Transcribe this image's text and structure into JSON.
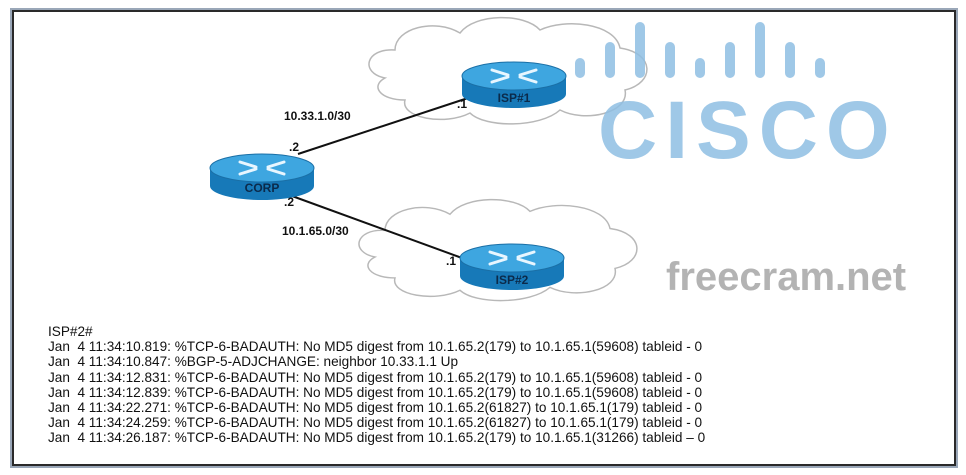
{
  "diagram": {
    "routers": [
      {
        "id": "corp",
        "label": "CORP"
      },
      {
        "id": "isp1",
        "label": "ISP#1"
      },
      {
        "id": "isp2",
        "label": "ISP#2"
      }
    ],
    "links": [
      {
        "subnet": "10.33.1.0/30",
        "corp_ip": ".2",
        "isp_ip": ".1"
      },
      {
        "subnet": "10.1.65.0/30",
        "corp_ip": ".2",
        "isp_ip": ".1"
      }
    ]
  },
  "watermarks": {
    "brand": "CISCO",
    "site": "freecram.net"
  },
  "colors": {
    "router": "#1f8fd0",
    "router_top": "#4fb3e8",
    "logo": "#8fbfe3",
    "watermark": "#9a9a9a"
  },
  "console": {
    "prompt": "ISP#2#",
    "lines": [
      "Jan  4 11:34:10.819: %TCP-6-BADAUTH: No MD5 digest from 10.1.65.2(179) to 10.1.65.1(59608) tableid - 0",
      "Jan  4 11:34:10.847: %BGP-5-ADJCHANGE: neighbor 10.33.1.1 Up",
      "Jan  4 11:34:12.831: %TCP-6-BADAUTH: No MD5 digest from 10.1.65.2(179) to 10.1.65.1(59608) tableid - 0",
      "Jan  4 11:34:12.839: %TCP-6-BADAUTH: No MD5 digest from 10.1.65.2(179) to 10.1.65.1(59608) tableid - 0",
      "Jan  4 11:34:22.271: %TCP-6-BADAUTH: No MD5 digest from 10.1.65.2(61827) to 10.1.65.1(179) tableid - 0",
      "Jan  4 11:34:24.259: %TCP-6-BADAUTH: No MD5 digest from 10.1.65.2(61827) to 10.1.65.1(179) tableid - 0",
      "Jan  4 11:34:26.187: %TCP-6-BADAUTH: No MD5 digest from 10.1.65.2(179) to 10.1.65.1(31266) tableid – 0"
    ]
  }
}
